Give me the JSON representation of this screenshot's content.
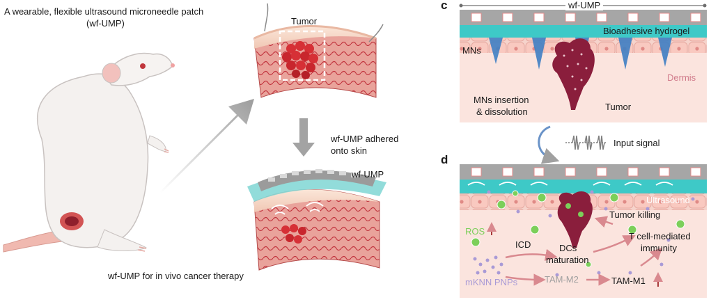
{
  "left": {
    "title_line1": "A wearable, flexible ultrasound microneedle patch",
    "title_line2": "(wf-UMP)",
    "caption": "wf-UMP for in vivo cancer therapy"
  },
  "middle": {
    "tumor_label": "Tumor",
    "step_line1": "wf-UMP adhered",
    "step_line2": "onto skin",
    "patch_label": "wf-UMP"
  },
  "panel_c": {
    "letter": "c",
    "device_label": "wf-UMP",
    "hydrogel_label": "Bioadhesive hydrogel",
    "mns_label": "MNs",
    "dermis_label": "Dermis",
    "insertion_line1": "MNs insertion",
    "insertion_line2": "& dissolution",
    "tumor_label": "Tumor"
  },
  "signal": {
    "label": "Input signal"
  },
  "panel_d": {
    "letter": "d",
    "ultrasound_label": "Ultrasound",
    "tumor_killing": "Tumor killing",
    "ros": "ROS",
    "icd": "ICD",
    "dcs_line1": "DCs",
    "dcs_line2": "maturation",
    "tcell_line1": "T cell-mediated",
    "tcell_line2": "immunity",
    "mknn": "mKNN PNPs",
    "tam_m2": "TAM-M2",
    "tam_m1": "TAM-M1"
  },
  "colors": {
    "skin": "#f7ddd2",
    "tissue_red": "#c9303a",
    "hydrogel": "#3ec9c7",
    "device_gray": "#a6a6a6",
    "microneedle_blue": "#3f7fc4",
    "tumor": "#8a1e3c",
    "arrow_gray": "#a0a0a0",
    "ros_green": "#7ccf5a",
    "particle_purple": "#a99ad6",
    "dermis_pink": "#d07a8a"
  }
}
